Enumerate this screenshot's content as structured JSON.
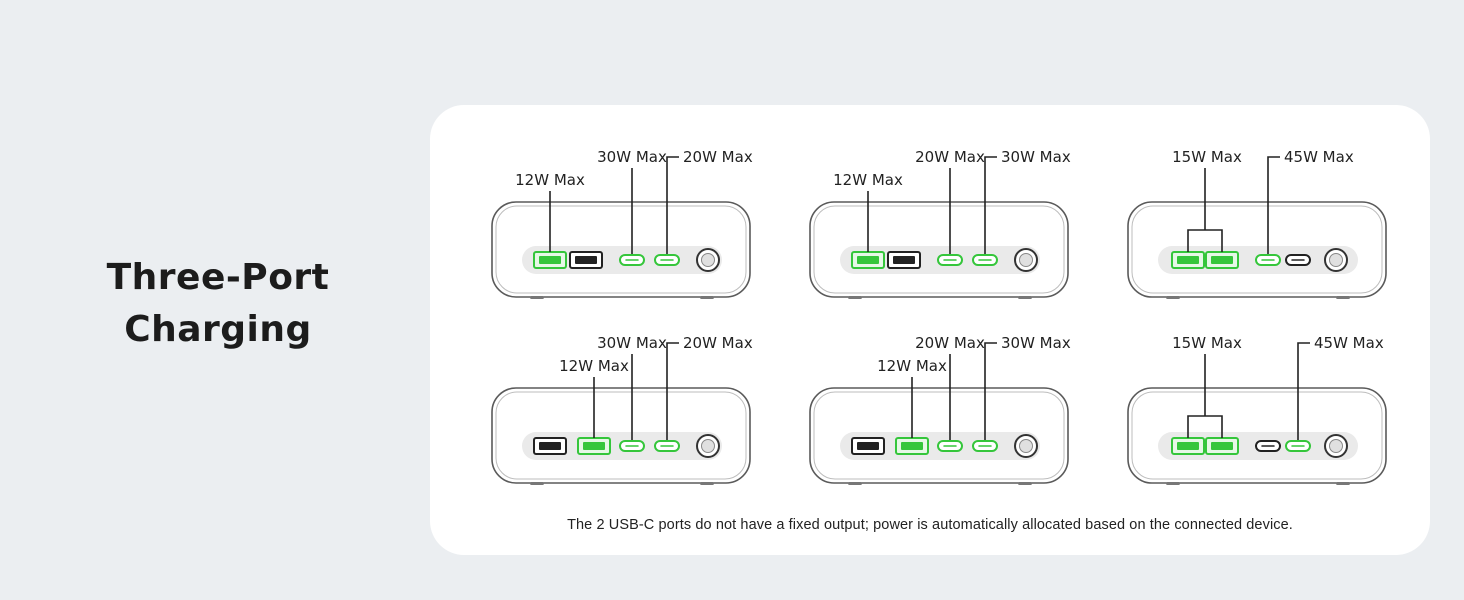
{
  "headline": {
    "line1": "Three-Port",
    "line2": "Charging"
  },
  "footnote": "The 2 USB-C ports do not have a fixed output; power is automatically allocated based on the connected device.",
  "colors": {
    "active": "#35c63b",
    "inactive": "#222222",
    "outline": "#5a5a5a",
    "card": "#ffffff",
    "background": "#ebeef1"
  },
  "scenarios": [
    {
      "ports": [
        "usb-a",
        "usb-a",
        "usb-c",
        "usb-c",
        "button"
      ],
      "active": [
        0,
        2,
        3
      ],
      "callouts": [
        {
          "text": "12W Max",
          "ports": [
            0
          ]
        },
        {
          "text": "30W Max",
          "ports": [
            2
          ]
        },
        {
          "text": "20W Max",
          "ports": [
            3
          ]
        }
      ]
    },
    {
      "ports": [
        "usb-a",
        "usb-a",
        "usb-c",
        "usb-c",
        "button"
      ],
      "active": [
        0,
        2,
        3
      ],
      "callouts": [
        {
          "text": "12W Max",
          "ports": [
            0
          ]
        },
        {
          "text": "20W Max",
          "ports": [
            2
          ]
        },
        {
          "text": "30W Max",
          "ports": [
            3
          ]
        }
      ]
    },
    {
      "ports": [
        "usb-a",
        "usb-a",
        "usb-c",
        "usb-c",
        "button"
      ],
      "active": [
        0,
        1,
        2
      ],
      "callouts": [
        {
          "text": "15W Max",
          "ports": [
            0,
            1
          ]
        },
        {
          "text": "45W Max",
          "ports": [
            2
          ]
        }
      ]
    },
    {
      "ports": [
        "usb-a",
        "usb-a",
        "usb-c",
        "usb-c",
        "button"
      ],
      "active": [
        1,
        2,
        3
      ],
      "callouts": [
        {
          "text": "12W Max",
          "ports": [
            1
          ]
        },
        {
          "text": "30W Max",
          "ports": [
            2
          ]
        },
        {
          "text": "20W Max",
          "ports": [
            3
          ]
        }
      ]
    },
    {
      "ports": [
        "usb-a",
        "usb-a",
        "usb-c",
        "usb-c",
        "button"
      ],
      "active": [
        1,
        2,
        3
      ],
      "callouts": [
        {
          "text": "12W Max",
          "ports": [
            1
          ]
        },
        {
          "text": "20W Max",
          "ports": [
            2
          ]
        },
        {
          "text": "30W Max",
          "ports": [
            3
          ]
        }
      ]
    },
    {
      "ports": [
        "usb-a",
        "usb-a",
        "usb-c",
        "usb-c",
        "button"
      ],
      "active": [
        0,
        1,
        3
      ],
      "callouts": [
        {
          "text": "15W Max",
          "ports": [
            0,
            1
          ]
        },
        {
          "text": "45W Max",
          "ports": [
            3
          ]
        }
      ]
    }
  ]
}
